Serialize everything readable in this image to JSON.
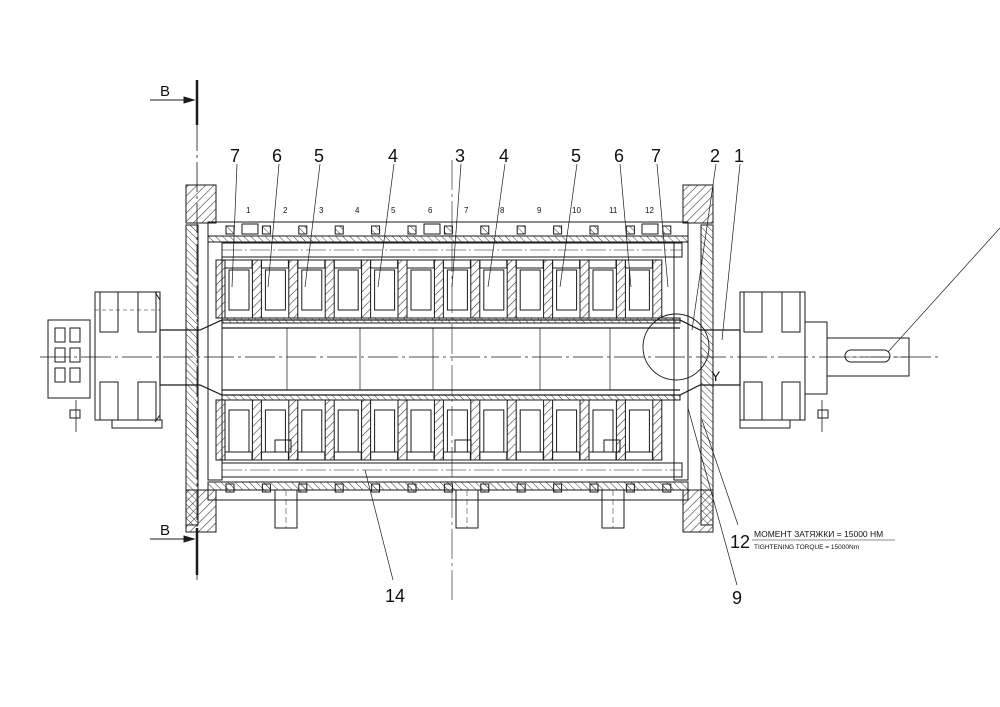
{
  "section_marks": {
    "top": "B",
    "bottom": "B"
  },
  "detail_mark": "Y",
  "callouts_top": [
    "7",
    "6",
    "5",
    "4",
    "3",
    "4",
    "5",
    "6",
    "7",
    "2",
    "1"
  ],
  "callouts_bottom": {
    "left": "14",
    "right_upper": "12",
    "right_lower": "9"
  },
  "disc_numbers": [
    "1",
    "2",
    "3",
    "4",
    "5",
    "6",
    "7",
    "8",
    "9",
    "10",
    "11",
    "12"
  ],
  "note": {
    "line1": "МОМЕНТ ЗАТЯЖКИ = 15000 НМ",
    "line2": "TIGHTENING TORQUE = 15000Nm"
  },
  "colors": {
    "line": "#1a1a1a",
    "hatch": "#3a3a3a",
    "background": "#ffffff"
  }
}
